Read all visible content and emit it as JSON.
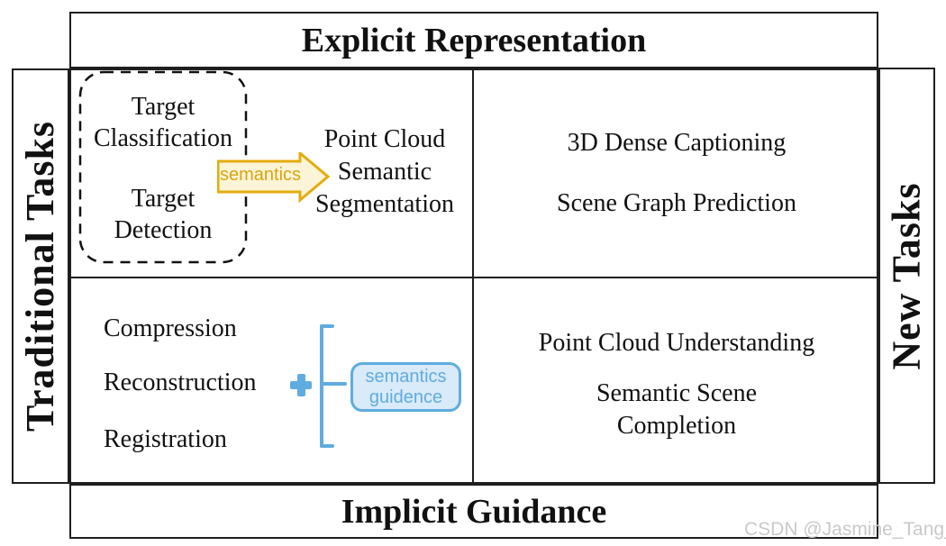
{
  "title_top": "Explicit Representation",
  "title_bottom": "Implicit Guidance",
  "axis_left": "Traditional Tasks",
  "axis_right": "New Tasks",
  "quadrant_top_left": {
    "boxed_tasks": [
      "Target\nClassification",
      "Target\nDetection"
    ],
    "arrow_label": "semantics",
    "result_task": "Point Cloud\nSemantic\nSegmentation"
  },
  "quadrant_top_right": {
    "tasks": [
      "3D Dense Captioning",
      "Scene Graph Prediction"
    ]
  },
  "quadrant_bottom_left": {
    "tasks": [
      "Compression",
      "Reconstruction",
      "Registration"
    ],
    "plus_sign": "+",
    "guidance_label": "semantics\nguidence"
  },
  "quadrant_bottom_right": {
    "tasks": [
      "Point Cloud Understanding",
      "Semantic Scene\nCompletion"
    ]
  },
  "watermark": "CSDN @Jasmine_Tang_",
  "colors": {
    "ink": "#1f1f1f",
    "arrow_gold": "#E3AC0E",
    "arrow_fill": "#FBF4D6",
    "arrow_text": "#D9A414",
    "blue": "#5FACE0",
    "blue_fill": "#D9EAF8",
    "watermark_gray": "#C9C9C9"
  }
}
